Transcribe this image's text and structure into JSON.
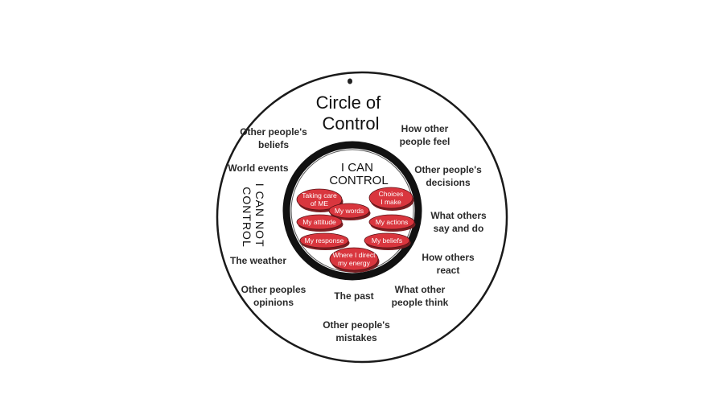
{
  "title": [
    "Circle of",
    "Control"
  ],
  "inner_title": [
    "I CAN",
    "CONTROL"
  ],
  "can_not_label": [
    "I CAN NOT",
    "CONTROL"
  ],
  "can_control": [
    [
      "Taking care",
      "of ME"
    ],
    [
      "Choices",
      "I make"
    ],
    [
      "My words"
    ],
    [
      "My attitude"
    ],
    [
      "My actions"
    ],
    [
      "My response"
    ],
    [
      "My beliefs"
    ],
    [
      "Where I direct",
      "my energy"
    ]
  ],
  "cannot_control": [
    [
      "Other people's",
      "beliefs"
    ],
    [
      "How other",
      "people feel"
    ],
    [
      "World events"
    ],
    [
      "Other people's",
      "decisions"
    ],
    [
      "What others",
      "say and do"
    ],
    [
      "The weather"
    ],
    [
      "How others",
      "react"
    ],
    [
      "Other peoples",
      "opinions"
    ],
    [
      "The past"
    ],
    [
      "What other",
      "people think"
    ],
    [
      "Other people's",
      "mistakes"
    ]
  ],
  "colors": {
    "pill_fill": "#d9363e",
    "pill_shadow": "#7a1e22",
    "ring": "#111111",
    "outer_ring": "#1a1a1a",
    "background": "#ffffff"
  }
}
